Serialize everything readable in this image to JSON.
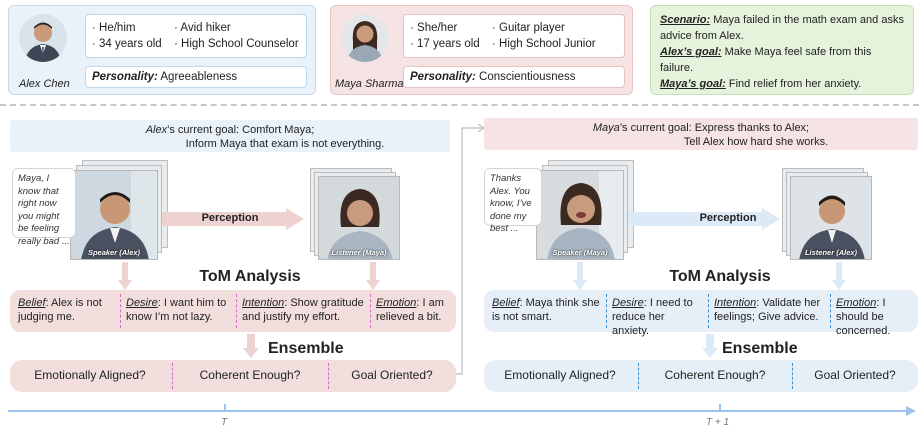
{
  "colors": {
    "blue_accent": "#9cc4ec",
    "pink_accent": "#e4a6a6",
    "green_bg": "#e5f3dd",
    "purple_dash": "#d86ad0",
    "blue_dash": "#3a8fd8",
    "timeline": "#9cc4ec"
  },
  "alex": {
    "name": "Alex Chen",
    "traits_left": [
      "· He/him",
      "· 34 years old"
    ],
    "traits_right": [
      "· Avid hiker",
      "· High School Counselor"
    ],
    "personality_label": "Personality:",
    "personality_value": "Agreeableness"
  },
  "maya": {
    "name": "Maya Sharma",
    "traits_left": [
      "· She/her",
      "· 17 years old"
    ],
    "traits_right": [
      "· Guitar player",
      "· High School Junior"
    ],
    "personality_label": "Personality:",
    "personality_value": "Conscientiousness"
  },
  "scenario": {
    "scenario_label": "Scenario:",
    "scenario_text": " Maya failed in the math exam and asks advice from Alex.",
    "alex_goal_label": "Alex’s goal:",
    "alex_goal_text": " Make Maya feel safe from this failure.",
    "maya_goal_label": "Maya’s goal:",
    "maya_goal_text": " Find relief from her anxiety."
  },
  "left": {
    "goal_who": "Alex",
    "goal_line1": "’s current goal: Comfort Maya;",
    "goal_line2": "Inform Maya that exam is not everything.",
    "speech": "Maya, I know that right now you might be feeling really bad ...",
    "speaker_label": "Speaker (Alex)",
    "listener_label": "Listener (Maya)",
    "perception": "Perception",
    "tom_title": "ToM Analysis",
    "tom": [
      {
        "label": "Belief",
        "text": ": Alex is not judging me."
      },
      {
        "label": "Desire",
        "text": ": I want him to know I’m not lazy."
      },
      {
        "label": "Intention",
        "text": ": Show gratitude and justify my effort."
      },
      {
        "label": "Emotion",
        "text": ": I am relieved a bit."
      }
    ],
    "ensemble_title": "Ensemble",
    "ensemble": [
      "Emotionally Aligned?",
      "Coherent Enough?",
      "Goal Oriented?"
    ]
  },
  "right": {
    "goal_who": "Maya",
    "goal_line1": "’s current goal: Express thanks to Alex;",
    "goal_line2": "Tell Alex how hard she works.",
    "speech": "Thanks Alex. You know, I’ve done my best ...",
    "speaker_label": "Speaker (Maya)",
    "listener_label": "Listener (Alex)",
    "perception": "Perception",
    "tom_title": "ToM Analysis",
    "tom": [
      {
        "label": "Belief",
        "text": ": Maya think she is not smart."
      },
      {
        "label": "Desire",
        "text": ": I need to reduce her anxiety."
      },
      {
        "label": "Intention",
        "text": ": Validate her feelings; Give advice."
      },
      {
        "label": "Emotion",
        "text": ": I should be concerned."
      }
    ],
    "ensemble_title": "Ensemble",
    "ensemble": [
      "Emotionally Aligned?",
      "Coherent Enough?",
      "Goal Oriented?"
    ]
  },
  "timeline": {
    "t0": "T",
    "t1": "T + 1"
  }
}
